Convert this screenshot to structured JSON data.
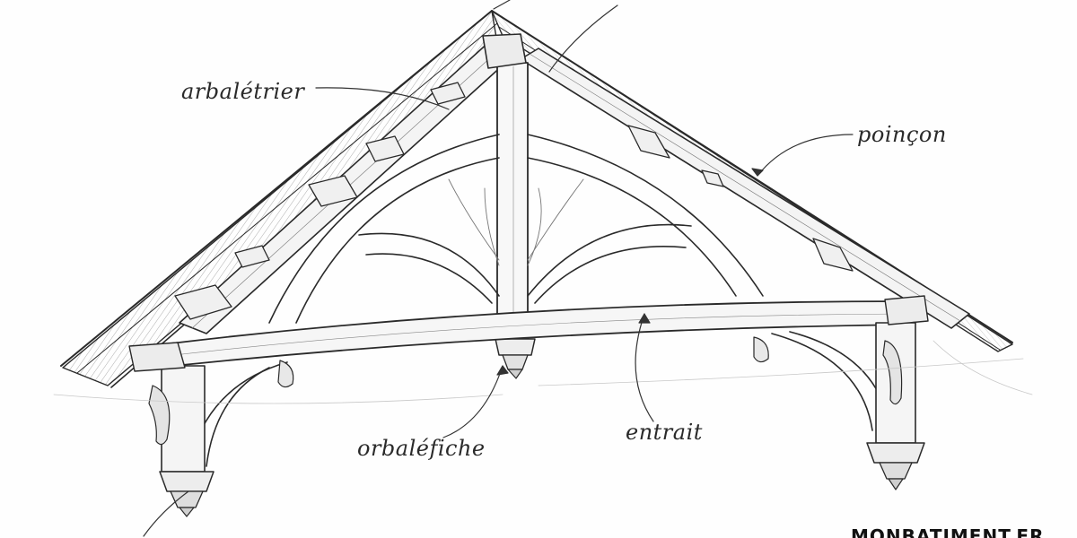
{
  "labels": {
    "arbaletrier": "arbalétrier",
    "poincon": "poinçon",
    "orbalefiche": "orbaléfiche",
    "entrait": "entrait"
  },
  "watermark": "MONBATIMENT.FR",
  "colors": {
    "ink": "#2a2a2a",
    "paper": "#fefefe",
    "shade": "#e6e6e6"
  }
}
